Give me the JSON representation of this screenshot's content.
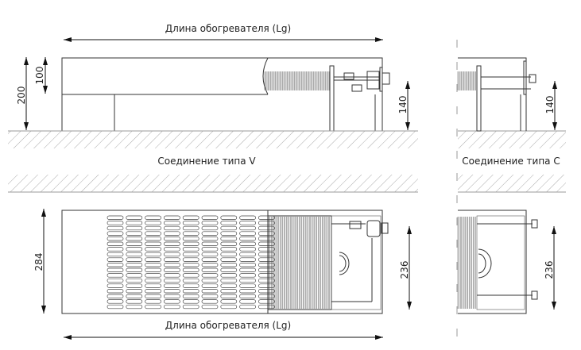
{
  "labels": {
    "length_top": "Длина обогревателя (Lg)",
    "length_bottom": "Длина обогревателя (Lg)",
    "connection_v": "Соединение типа V",
    "connection_c": "Соединение типа C"
  },
  "dimensions": {
    "height_total": "200",
    "height_grille": "100",
    "height_connection_v": "140",
    "height_connection_c": "140",
    "width_total": "284",
    "width_connection_v": "236",
    "width_connection_c": "236"
  },
  "colors": {
    "line": "#333333",
    "hatch": "#999999"
  }
}
